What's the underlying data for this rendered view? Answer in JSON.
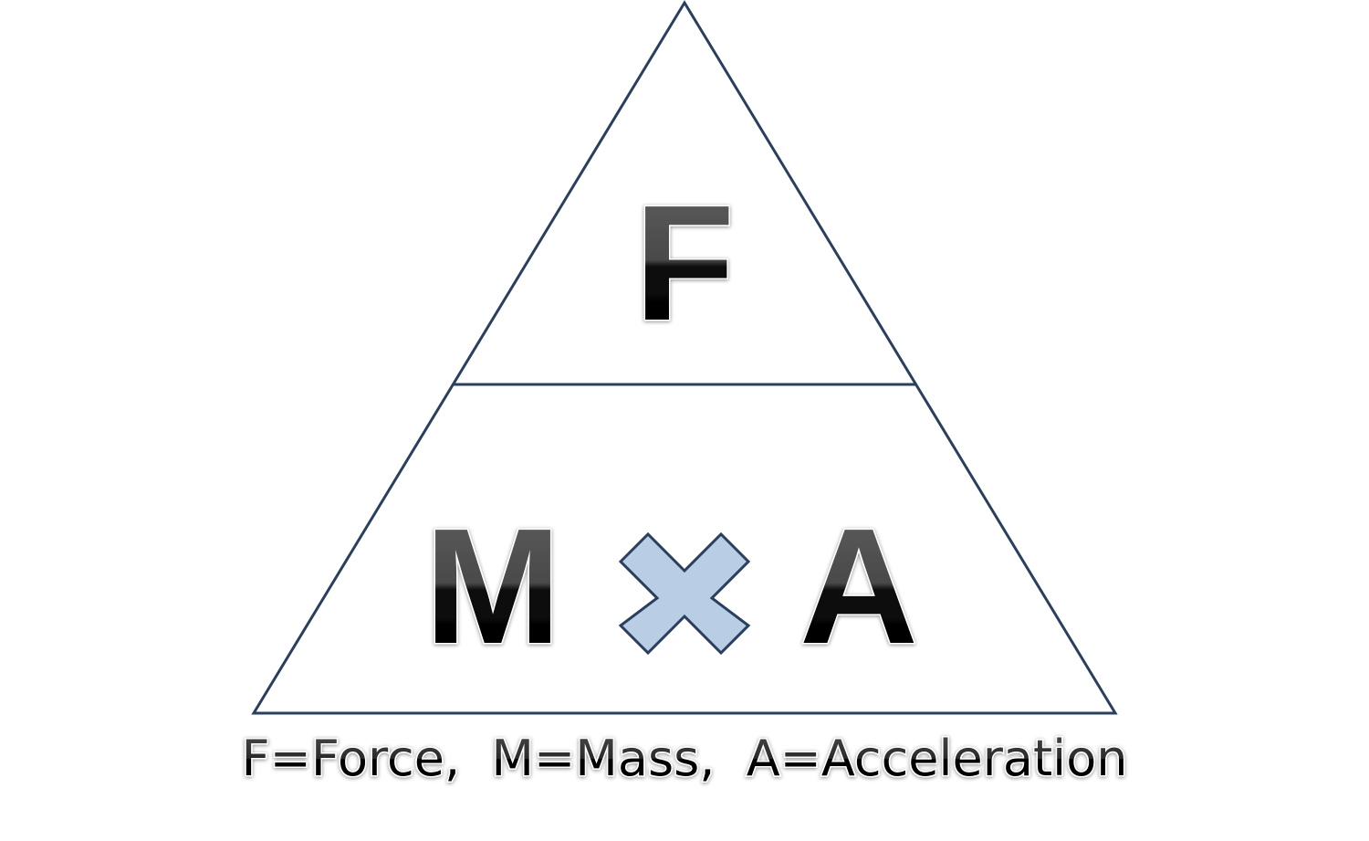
{
  "diagram": {
    "top_variable": "F",
    "bottom_left_variable": "M",
    "bottom_right_variable": "A",
    "operator": "multiply",
    "legend": "F=Force,  M=Mass,  A=Acceleration"
  },
  "colors": {
    "outline": "#2a3f5e",
    "operator_fill": "#b9cde4",
    "operator_stroke": "#2a3f5e",
    "text": "#0a0a0a",
    "background": "#ffffff"
  }
}
